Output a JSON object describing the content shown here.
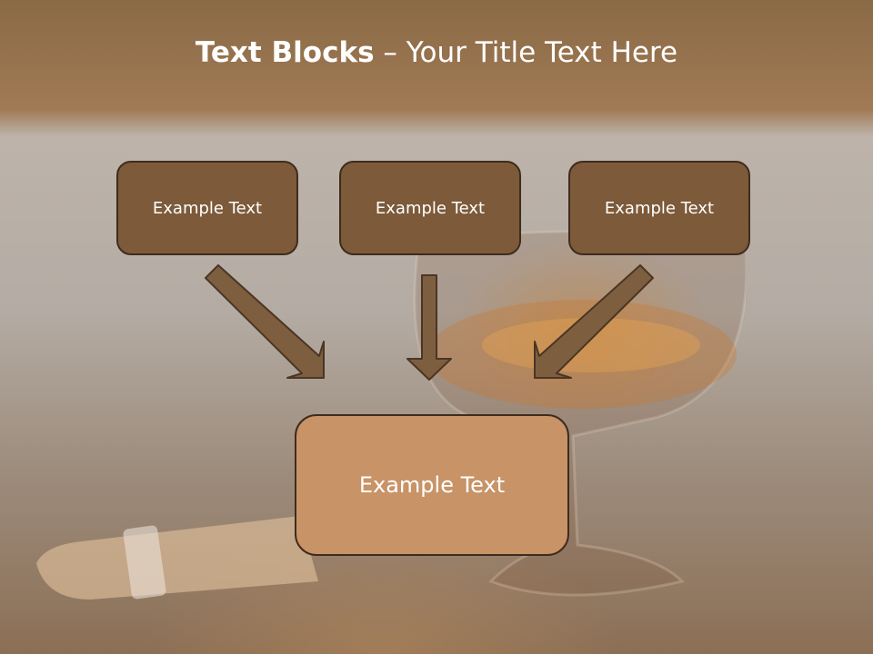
{
  "slide": {
    "title_bold": "Text Blocks",
    "title_dash": " – ",
    "title_rest": "Your Title Text Here"
  },
  "blocks": {
    "top": [
      "Example Text",
      "Example Text",
      "Example Text"
    ],
    "bottom": "Example Text"
  },
  "colors": {
    "header": "#7a5634",
    "box_dark": "#7c5a3a",
    "box_light": "#c89366",
    "border": "#3f2c1d",
    "arrow": "#7d5f40"
  }
}
